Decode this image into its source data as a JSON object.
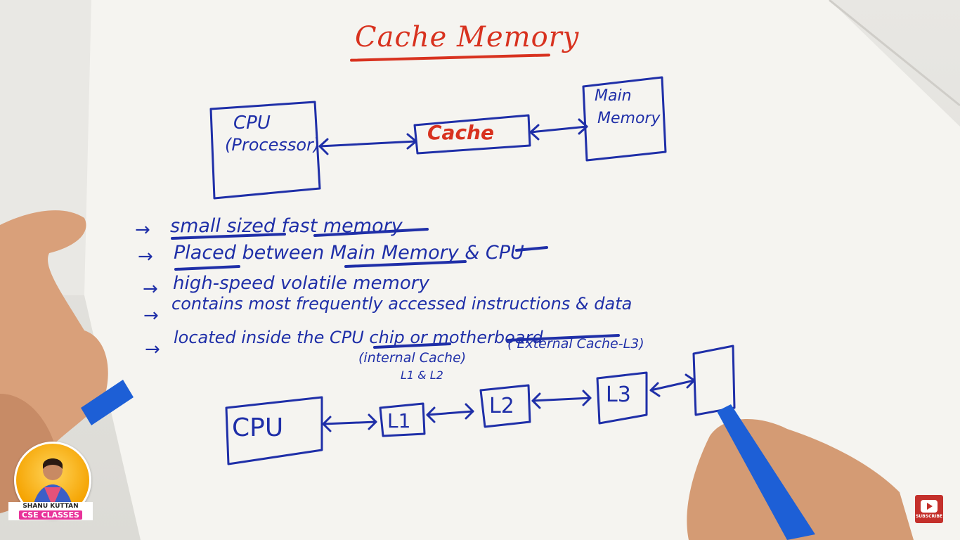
{
  "title": "Cache Memory",
  "diagram_top": {
    "cpu_line1": "CPU",
    "cpu_line2": "(Processor)",
    "cache": "Cache",
    "main_line1": "Main",
    "main_line2": "Memory"
  },
  "bullets": [
    "small sized fast memory",
    "Placed between Main Memory & CPU",
    "high-speed volatile memory",
    "contains most frequently accessed instructions & data",
    "located inside the CPU chip or motherboard"
  ],
  "annotations": {
    "internal": "(internal Cache)",
    "internal_sub": "L1 & L2",
    "external": "( External Cache-L3)"
  },
  "diagram_bottom": {
    "cpu": "CPU",
    "l1": "L1",
    "l2": "L2",
    "l3": "L3"
  },
  "logo": {
    "name": "SHANU KUTTAN",
    "brand": "CSE CLASSES"
  },
  "subscribe": {
    "label": "SUBSCRIBE",
    "icon": "youtube-play-icon",
    "color": "#c4302b"
  },
  "colors": {
    "ink": "#1f2fa8",
    "title": "#d8321f",
    "paper": "#f4f3ef"
  }
}
